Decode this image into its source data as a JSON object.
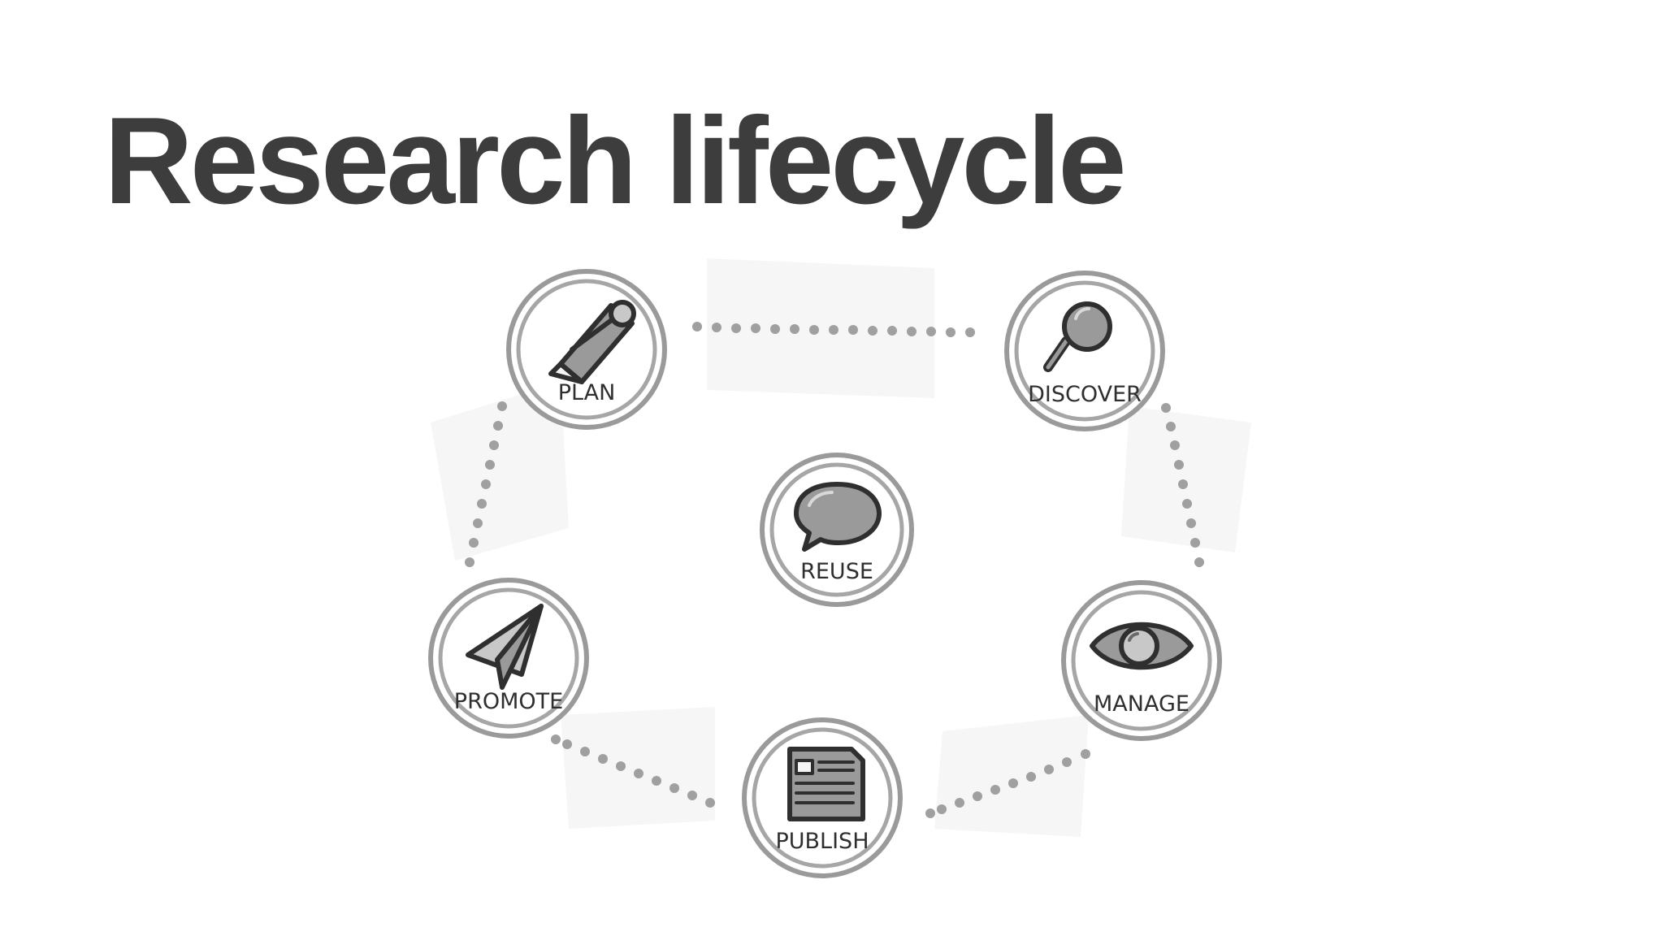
{
  "title": "Research lifecycle",
  "nodes": {
    "plan": {
      "label": "PLAN",
      "icon": "pencil-icon"
    },
    "discover": {
      "label": "DISCOVER",
      "icon": "magnifier-icon"
    },
    "reuse": {
      "label": "REUSE",
      "icon": "speech-bubble-icon"
    },
    "promote": {
      "label": "PROMOTE",
      "icon": "paper-plane-icon"
    },
    "manage": {
      "label": "MANAGE",
      "icon": "eye-icon"
    },
    "publish": {
      "label": "PUBLISH",
      "icon": "document-icon"
    }
  },
  "colors": {
    "title": "#3d3d3d",
    "ring": "#9a9a9a",
    "connector": "#a0a0a0",
    "icon_fill": "#9a9a9a",
    "ink": "#2f2f2f"
  }
}
